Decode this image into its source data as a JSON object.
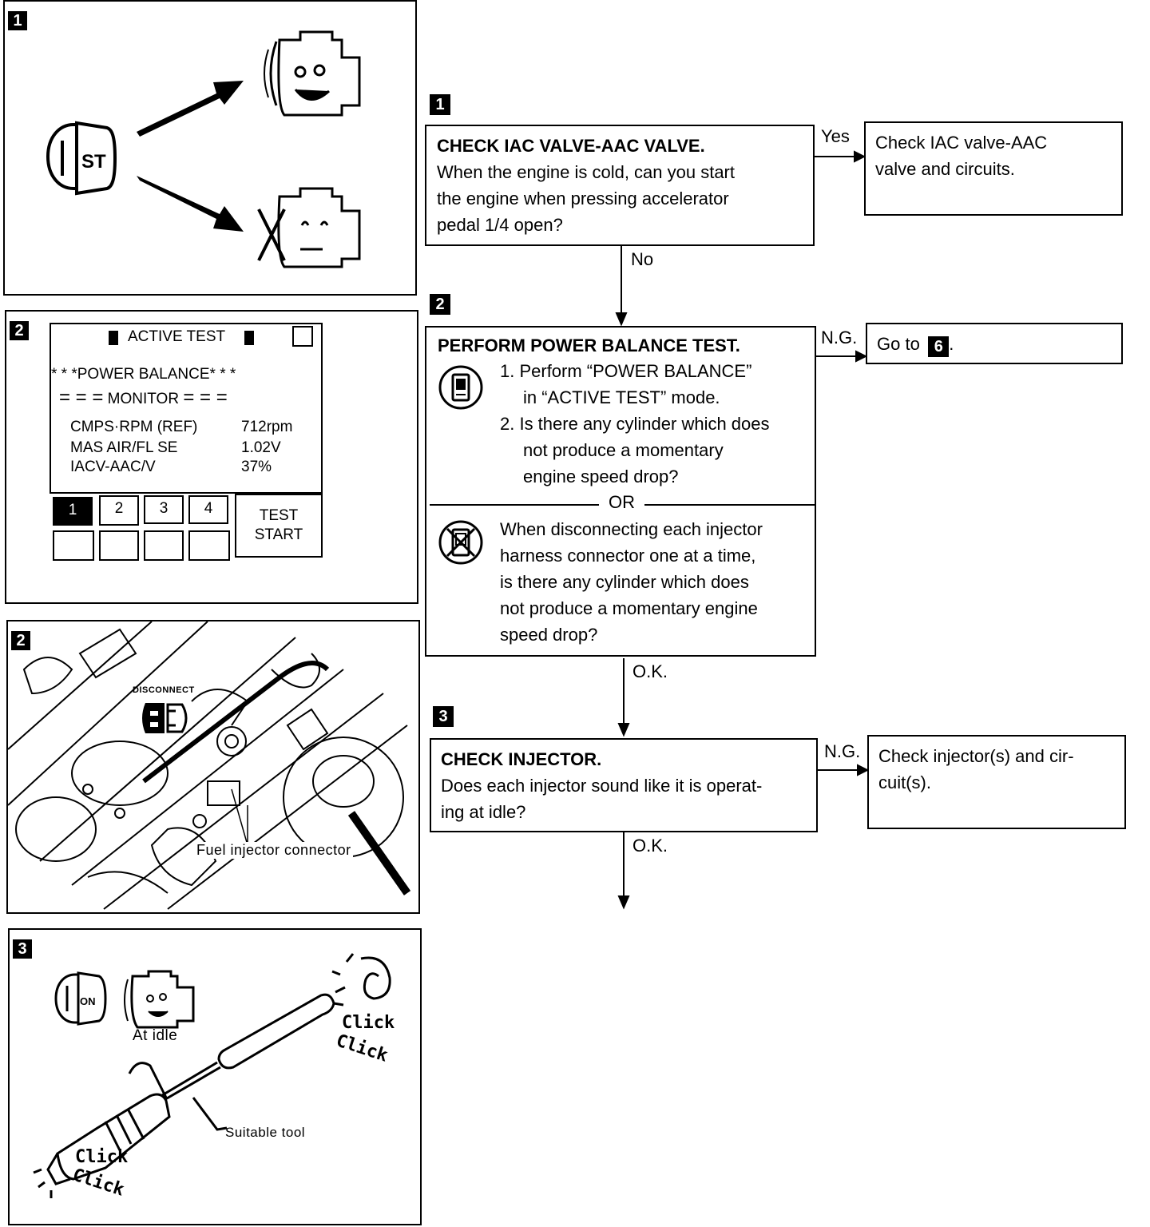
{
  "left_panels": [
    {
      "badge": "1"
    },
    {
      "badge": "2",
      "screen": {
        "header": "ACTIVE TEST",
        "line1_stars_left": "* * *",
        "line1_text": "POWER BALANCE",
        "line1_stars_right": "* * *",
        "line2_bars_left": "= = =",
        "line2_text": "MONITOR",
        "line2_bars_right": "= = =",
        "rows": [
          {
            "label": "CMPS·RPM (REF)",
            "value": "712rpm"
          },
          {
            "label": "MAS AIR/FL SE",
            "value": "1.02V"
          },
          {
            "label": "IACV-AAC/V",
            "value": "37%"
          }
        ],
        "keys": [
          "1",
          "2",
          "3",
          "4"
        ],
        "test_start": [
          "TEST",
          "START"
        ]
      }
    },
    {
      "badge": "2",
      "disconnect_label": "DISCONNECT",
      "callout": "Fuel injector connector"
    },
    {
      "badge": "3",
      "on_label": "ON",
      "idle_label": "At idle",
      "tool_label": "Suitable tool",
      "click_word": "Click"
    }
  ],
  "icons": {
    "ignition_start": "ST"
  },
  "flow": {
    "step1": {
      "badge": "1",
      "title": "CHECK IAC VALVE-AAC VALVE.",
      "lines": [
        "When the engine is cold, can you start",
        "the engine when pressing accelerator",
        "pedal 1/4 open?"
      ],
      "yes_label": "Yes",
      "yes_result": [
        "Check IAC valve-AAC",
        "valve and circuits."
      ],
      "no_label": "No"
    },
    "step2": {
      "badge": "2",
      "title": "PERFORM POWER BALANCE TEST.",
      "item1": [
        "1. Perform “POWER BALANCE”",
        "in “ACTIVE TEST” mode."
      ],
      "item2": [
        "2. Is there any cylinder which does",
        "not produce a momentary",
        "engine speed drop?"
      ],
      "or_label": "OR",
      "alt": [
        "When disconnecting each injector",
        "harness connector one at a time,",
        "is there any cylinder which does",
        "not produce a momentary engine",
        "speed drop?"
      ],
      "ng_label": "N.G.",
      "ng_result_prefix": "Go to",
      "ng_result_ref": "6",
      "ng_result_suffix": ".",
      "ok_label": "O.K."
    },
    "step3": {
      "badge": "3",
      "title": "CHECK INJECTOR.",
      "lines": [
        "Does each injector sound like it is operat-",
        "ing at idle?"
      ],
      "ng_label": "N.G.",
      "ng_result": [
        "Check injector(s) and cir-",
        "cuit(s)."
      ],
      "ok_label": "O.K."
    }
  }
}
